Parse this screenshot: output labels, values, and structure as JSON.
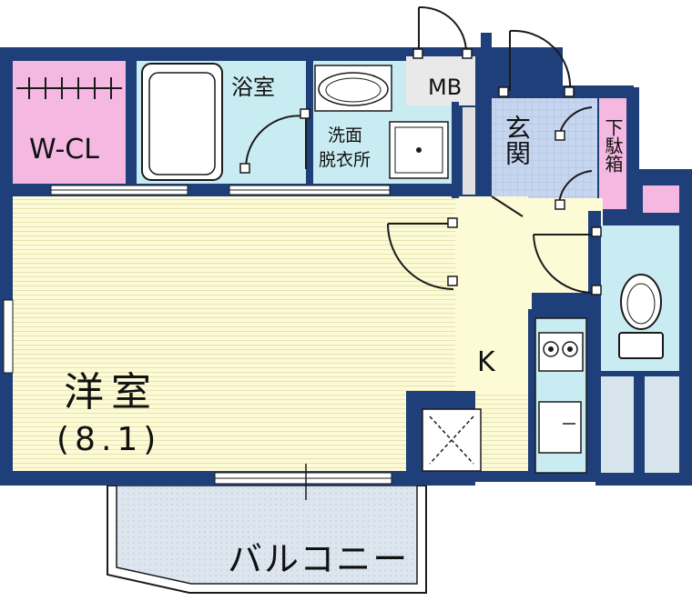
{
  "rooms": {
    "wcl": "W-CL",
    "bath": "浴室",
    "washroom_line1": "洗面",
    "washroom_line2": "脱衣所",
    "mb": "MB",
    "entrance": "玄関",
    "shoe_box": "下駄箱",
    "western_room": "洋室",
    "western_room_size": "(8.1)",
    "kitchen": "K",
    "balcony": "バルコニー"
  },
  "colors": {
    "wall": "#1e3f7a",
    "western_floor": "#fdfbd6",
    "wet_floor": "#c9ecf2",
    "closet": "#f5b8e0",
    "entrance_tile": "#c6d6ef",
    "balcony_floor": "#d9e4ee",
    "partition": "#d7e4ec"
  }
}
